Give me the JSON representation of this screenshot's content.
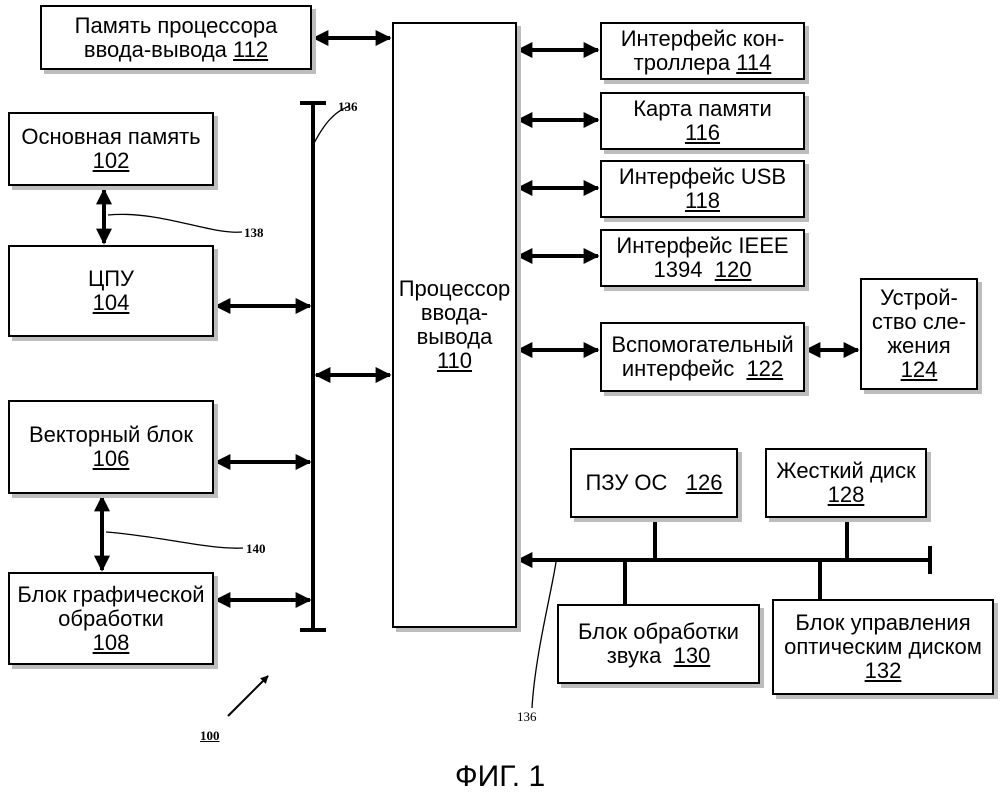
{
  "blocks": {
    "io_mem": {
      "line1": "Память процессора",
      "line2": "ввода-вывода",
      "num": "112"
    },
    "main_mem": {
      "line1": "Основная память",
      "num": "102"
    },
    "cpu": {
      "line1": "ЦПУ",
      "num": "104"
    },
    "vector": {
      "line1": "Векторный блок",
      "num": "106"
    },
    "gpu": {
      "line1": "Блок графической",
      "line2": "обработки",
      "num": "108"
    },
    "iop": {
      "line1": "Процессор",
      "line2": "ввода-",
      "line3": "вывода",
      "num": "110"
    },
    "ctrl_if": {
      "line1": "Интерфейс кон-",
      "line2": "троллера",
      "num": "114"
    },
    "memcard": {
      "line1": "Карта памяти",
      "num": "116"
    },
    "usb": {
      "line1": "Интерфейс USB",
      "num": "118"
    },
    "ieee": {
      "line1": "Интерфейс IEEE",
      "line2": "1394",
      "num": "120"
    },
    "aux": {
      "line1": "Вспомогательный",
      "line2": "интерфейс",
      "num": "122"
    },
    "tracker": {
      "line1": "Устрой-",
      "line2": "ство сле-",
      "line3": "жения",
      "num": "124"
    },
    "os_rom": {
      "line1": "ПЗУ ОС",
      "num": "126"
    },
    "hdd": {
      "line1": "Жесткий диск",
      "num": "128"
    },
    "sound": {
      "line1": "Блок обработки",
      "line2": "звука",
      "num": "130"
    },
    "odd": {
      "line1": "Блок управления",
      "line2": "оптическим диском",
      "num": "132"
    }
  },
  "refs": {
    "bus_top": "136",
    "bus_bottom": "136",
    "link_mem_cpu": "138",
    "link_vec_gpu": "140",
    "system": "100"
  },
  "figure_caption": "ФИГ. 1"
}
